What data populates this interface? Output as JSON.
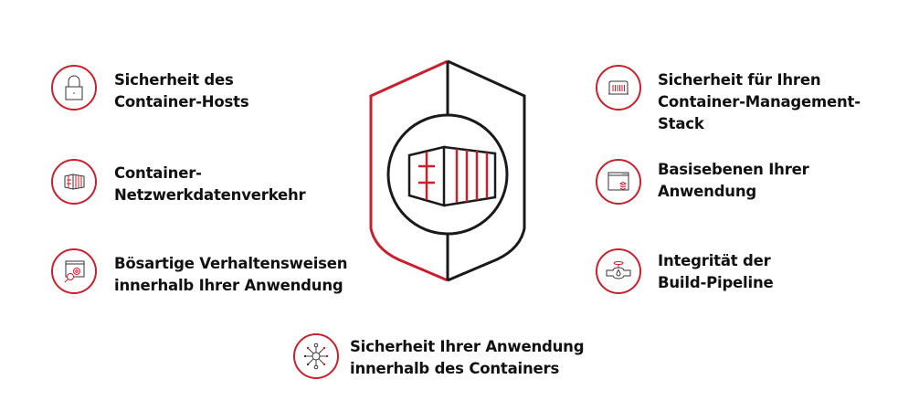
{
  "diagram": {
    "accent_color": "#c8202f",
    "line_color": "#1a1a1a",
    "center_icon": "shield-container-icon",
    "left_items": [
      {
        "icon": "padlock-icon",
        "lines": [
          "Sicherheit des",
          "Container-Hosts"
        ]
      },
      {
        "icon": "container-network-icon",
        "lines": [
          "Container-",
          "Netzwerkdatenverkehr"
        ]
      },
      {
        "icon": "window-magnifier-gear-icon",
        "lines": [
          "Bösartige Verhaltensweisen",
          "innerhalb Ihrer Anwendung"
        ]
      }
    ],
    "right_items": [
      {
        "icon": "container-stack-icon",
        "lines": [
          "Sicherheit für Ihren",
          "Container-Management-",
          "Stack"
        ]
      },
      {
        "icon": "window-layers-icon",
        "lines": [
          "Basisebenen Ihrer",
          "Anwendung"
        ]
      },
      {
        "icon": "pipeline-valve-icon",
        "lines": [
          "Integrität der",
          "Build-Pipeline"
        ]
      }
    ],
    "bottom_item": {
      "icon": "network-hub-icon",
      "lines": [
        "Sicherheit Ihrer Anwendung",
        "innerhalb des Containers"
      ]
    }
  }
}
